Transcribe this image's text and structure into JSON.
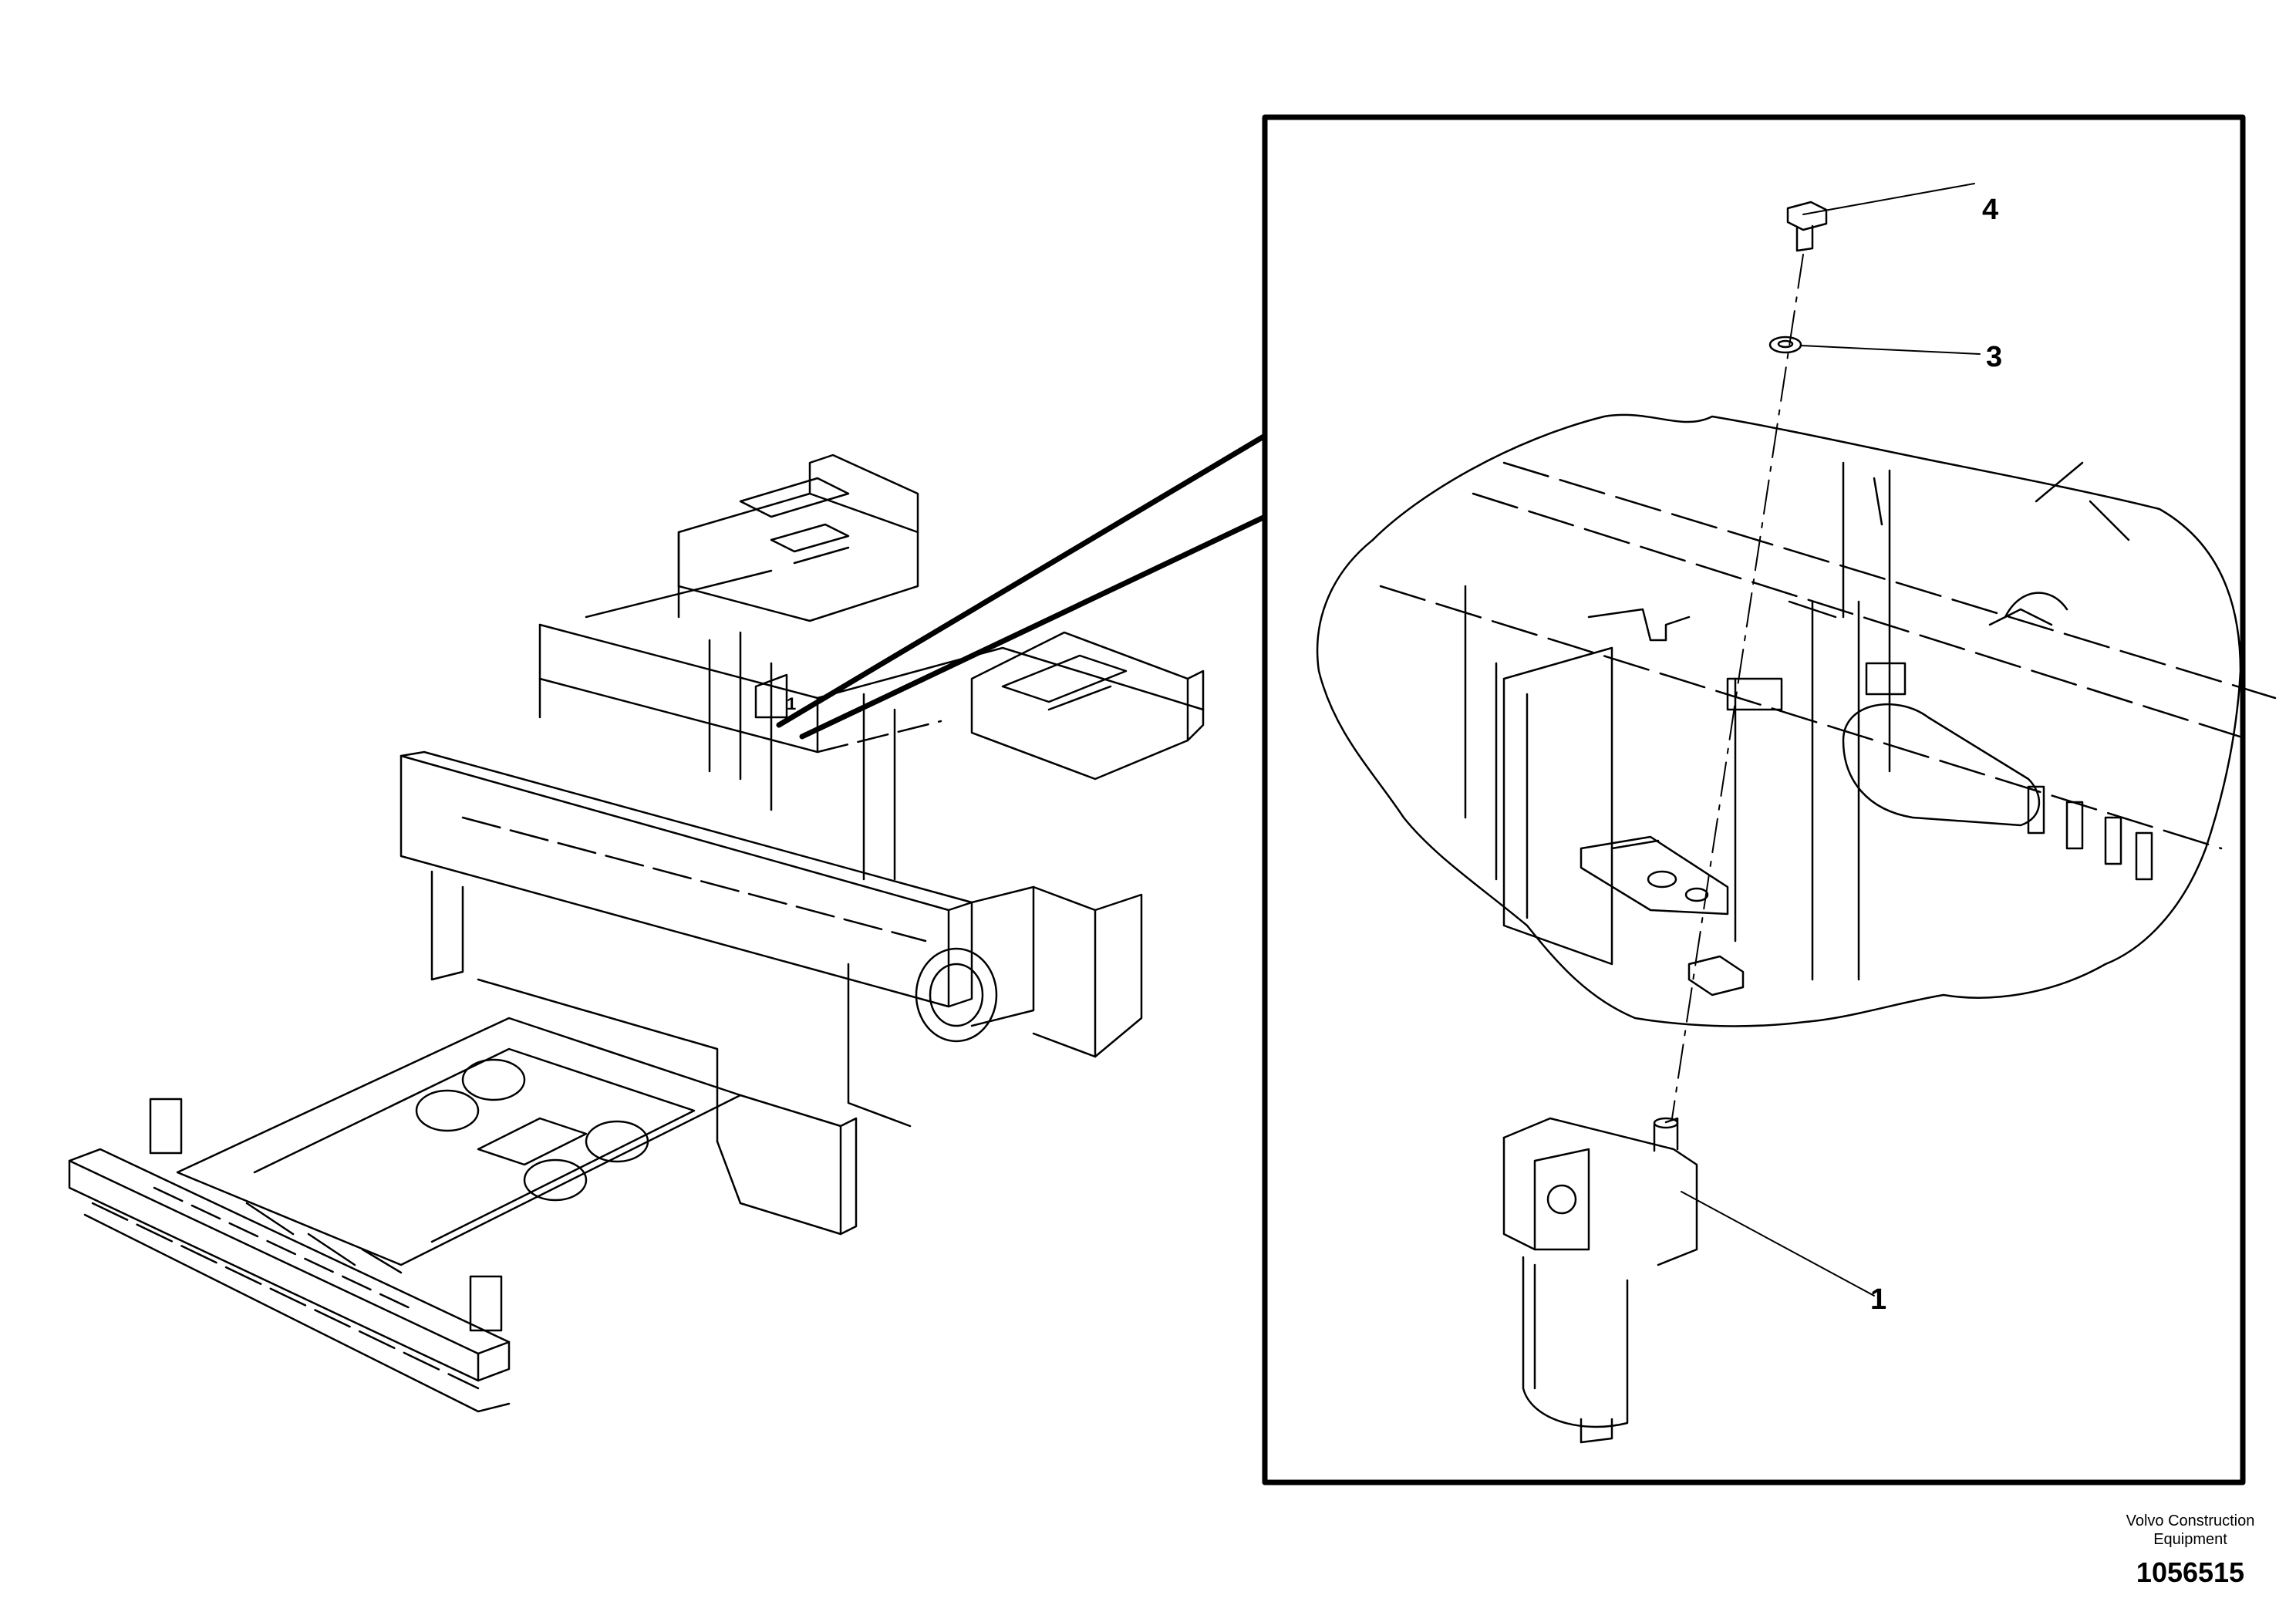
{
  "callouts": {
    "main_item": "1",
    "item_1": "1",
    "item_3": "3",
    "item_4": "4"
  },
  "credit": {
    "company_line1": "Volvo Construction",
    "company_line2": "Equipment",
    "drawing_number": "1056515"
  }
}
